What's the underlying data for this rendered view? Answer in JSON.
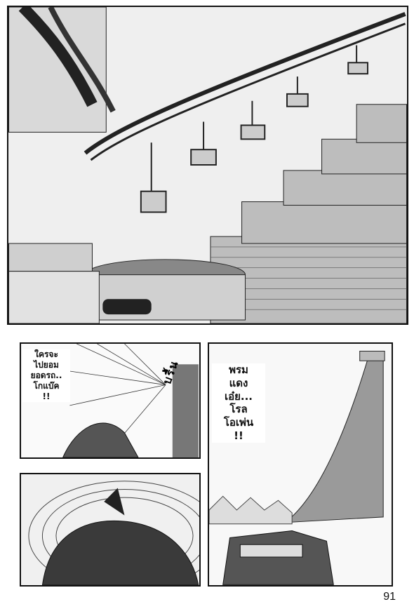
{
  "panels": {
    "p1_caption": "",
    "p2_bubble": "ใครจะ\nไปยอม\nยอดรถ..\nโกแบ๊ค\n!!",
    "p2_sfx": "บรื้น",
    "p3_bubble": "พรม\nแดง\nเอ๋ย...\nโรล\nโอเพ่น\n!!"
  },
  "page_number": "91"
}
